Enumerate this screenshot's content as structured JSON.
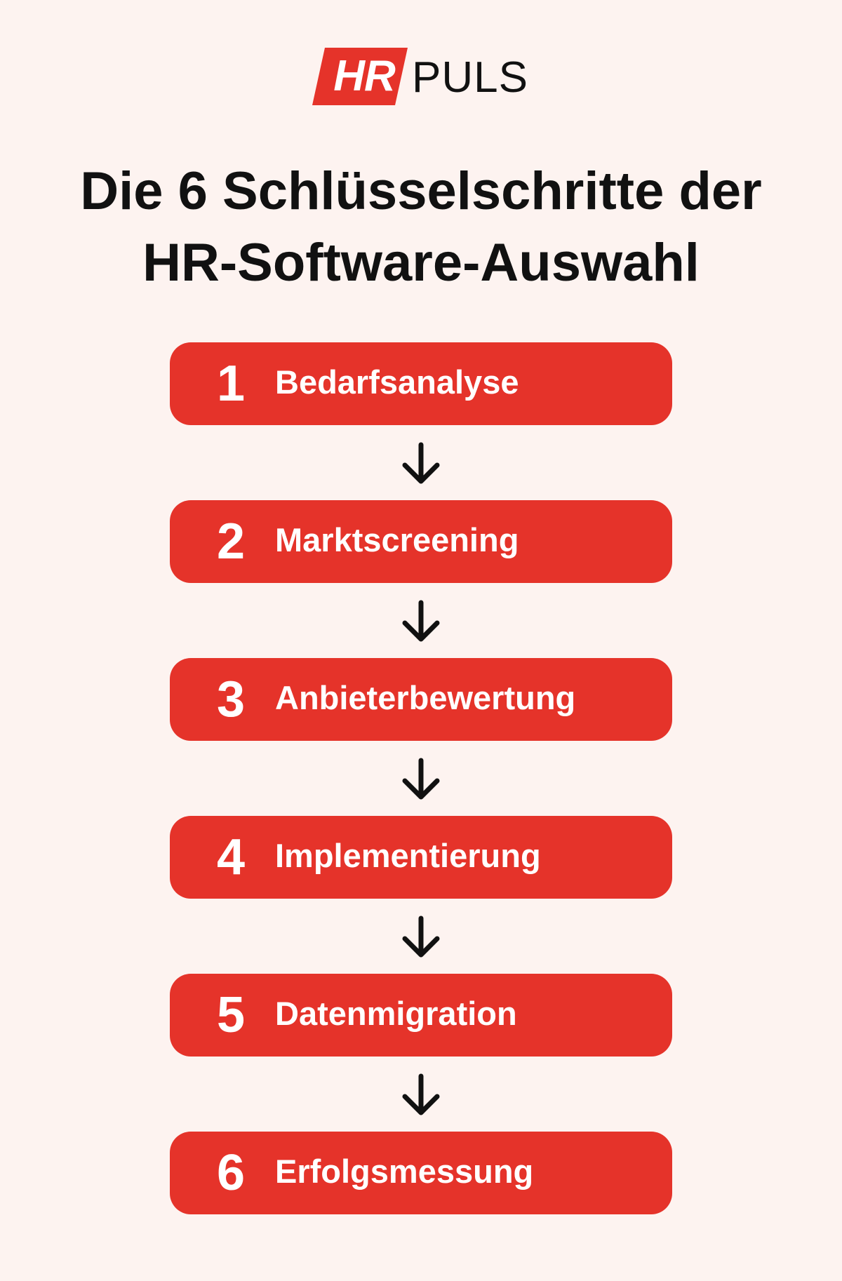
{
  "brand": {
    "logo_hr": "HR",
    "logo_puls": "PULS",
    "accent_color": "#e5332a",
    "background_color": "#fdf3f0"
  },
  "title": {
    "line1": "Die 6 Schlüsselschritte der",
    "line2": "HR-Software-Auswahl"
  },
  "steps": [
    {
      "number": "1",
      "label": "Bedarfsanalyse"
    },
    {
      "number": "2",
      "label": "Marktscreening"
    },
    {
      "number": "3",
      "label": "Anbieterbewertung"
    },
    {
      "number": "4",
      "label": "Implementierung"
    },
    {
      "number": "5",
      "label": "Datenmigration"
    },
    {
      "number": "6",
      "label": "Erfolgsmessung"
    }
  ],
  "connector_icon": "arrow-down-icon"
}
